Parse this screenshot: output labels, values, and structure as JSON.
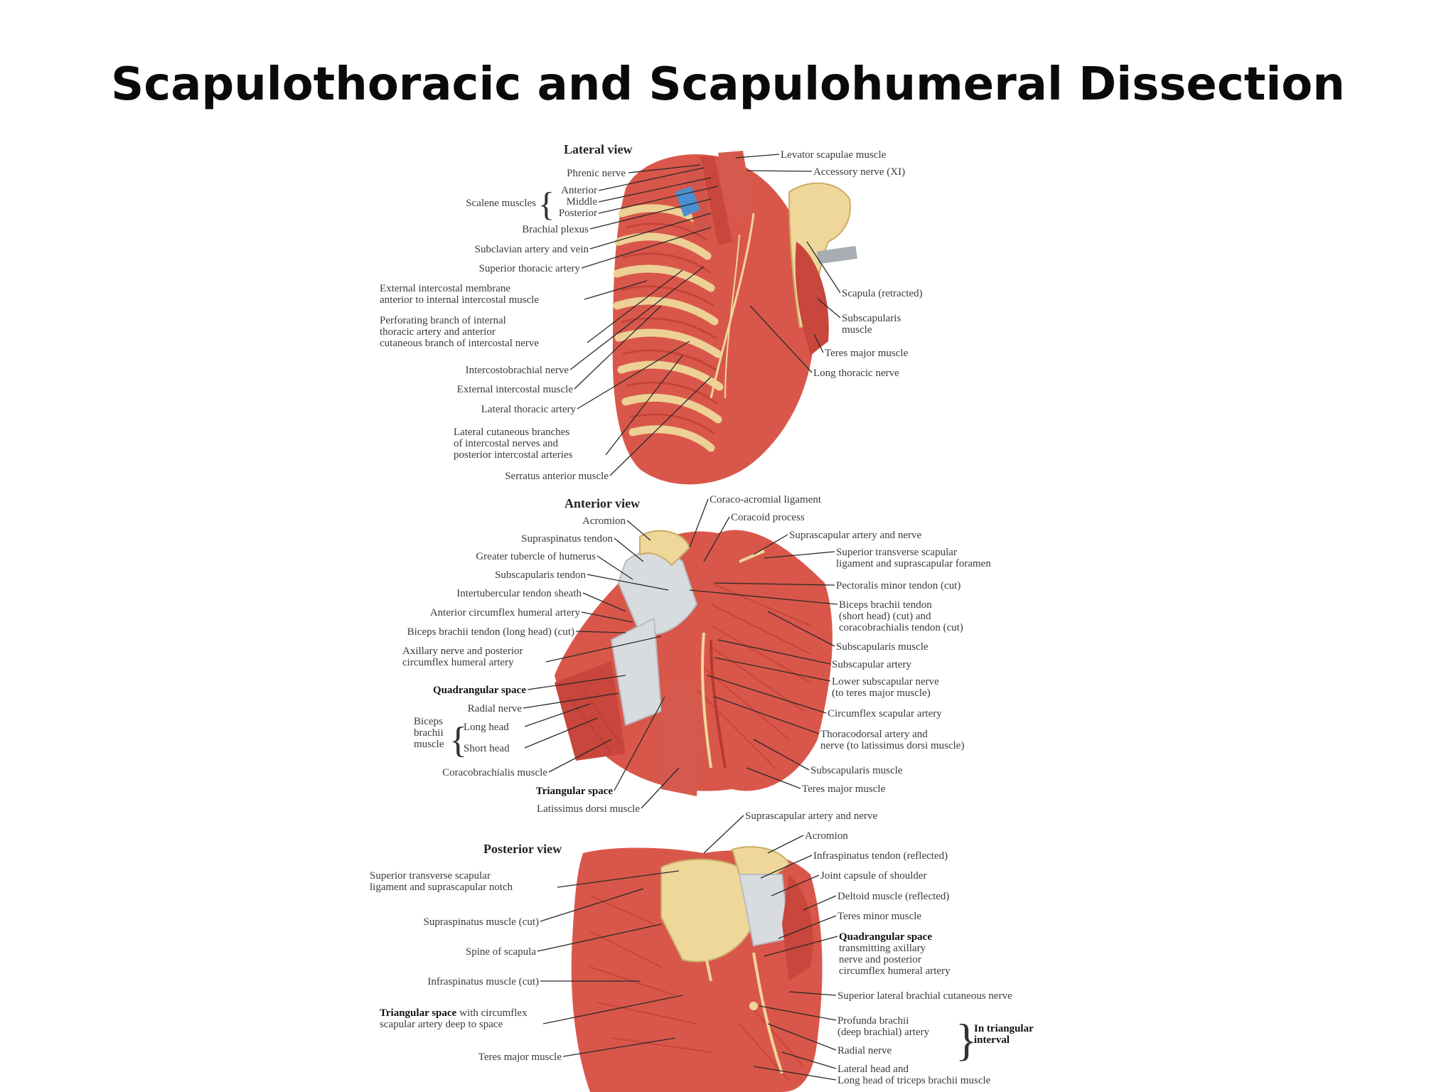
{
  "title": "Scapulothoracic and Scapulohumeral Dissection",
  "colors": {
    "muscle": "#d9574a",
    "muscle_dark": "#b8382e",
    "tendon": "#d9dcdf",
    "bone": "#efd79a",
    "vessel_blue": "#4c8fd0"
  },
  "lateral": {
    "view": "Lateral view",
    "labels": {
      "phrenic": "Phrenic nerve",
      "scalene_group": "Scalene muscles",
      "anterior": "Anterior",
      "middle": "Middle",
      "posterior": "Posterior",
      "brachial_plexus": "Brachial plexus",
      "subclavian": "Subclavian artery and vein",
      "sup_thoracic": "Superior thoracic artery",
      "ext_membrane_1": "External intercostal membrane",
      "ext_membrane_2": "anterior to internal intercostal muscle",
      "perforating_1": "Perforating branch of internal",
      "perforating_2": "thoracic artery and anterior",
      "perforating_3": "cutaneous branch of intercostal nerve",
      "intercostobrachial": "Intercostobrachial nerve",
      "ext_intercostal": "External intercostal muscle",
      "lat_thoracic": "Lateral thoracic artery",
      "lat_cutaneous_1": "Lateral cutaneous branches",
      "lat_cutaneous_2": "of intercostal nerves and",
      "lat_cutaneous_3": "posterior intercostal arteries",
      "serratus": "Serratus anterior muscle",
      "levator": "Levator scapulae muscle",
      "accessory": "Accessory nerve (XI)",
      "scapula": "Scapula (retracted)",
      "subscapularis_1": "Subscapularis",
      "subscapularis_2": "muscle",
      "teres_major": "Teres major muscle",
      "long_thoracic": "Long thoracic nerve"
    }
  },
  "anterior": {
    "view": "Anterior view",
    "labels": {
      "acromion": "Acromion",
      "supraspinatus_tendon": "Supraspinatus tendon",
      "greater_tubercle": "Greater tubercle of humerus",
      "subscapularis_tendon": "Subscapularis tendon",
      "intertubercular": "Intertubercular tendon sheath",
      "ant_circumflex": "Anterior circumflex humeral artery",
      "biceps_long_cut": "Biceps brachii tendon (long head) (cut)",
      "axillary_1": "Axillary nerve and posterior",
      "axillary_2": "circumflex humeral artery",
      "quadrangular": "Quadrangular space",
      "radial": "Radial nerve",
      "biceps_1": "Biceps",
      "biceps_2": "brachii",
      "biceps_3": "muscle",
      "long_head": "Long head",
      "short_head": "Short head",
      "coracobrachialis": "Coracobrachialis muscle",
      "triangular": "Triangular space",
      "latissimus": "Latissimus dorsi muscle",
      "coraco_acromial": "Coraco-acromial ligament",
      "coracoid": "Coracoid process",
      "suprascapular": "Suprascapular artery and nerve",
      "sup_transverse_1": "Superior transverse scapular",
      "sup_transverse_2": "ligament and suprascapular foramen",
      "pectoralis_minor": "Pectoralis minor tendon (cut)",
      "biceps_short_1": "Biceps brachii tendon",
      "biceps_short_2": "(short head) (cut) and",
      "biceps_short_3": "coracobrachialis tendon (cut)",
      "subscapularis_m": "Subscapularis muscle",
      "subscapular_artery": "Subscapular artery",
      "lower_subscapular_1": "Lower subscapular nerve",
      "lower_subscapular_2": "(to teres major muscle)",
      "circumflex_scapular": "Circumflex scapular artery",
      "thoracodorsal_1": "Thoracodorsal artery and",
      "thoracodorsal_2": "nerve (to latissimus dorsi muscle)",
      "subscapularis_m2": "Subscapularis muscle",
      "teres_major": "Teres major muscle"
    }
  },
  "posterior": {
    "view": "Posterior view",
    "labels": {
      "sup_transverse_1": "Superior transverse scapular",
      "sup_transverse_2": "ligament and suprascapular notch",
      "supraspinatus_cut": "Supraspinatus muscle (cut)",
      "spine": "Spine of scapula",
      "infraspinatus_cut": "Infraspinatus muscle (cut)",
      "triangular_bold": "Triangular space",
      "triangular_rest": "with circumflex",
      "triangular_2": "scapular artery deep to space",
      "teres_major": "Teres major muscle",
      "suprascapular": "Suprascapular artery and nerve",
      "acromion": "Acromion",
      "infraspinatus_tendon": "Infraspinatus tendon (reflected)",
      "joint_capsule": "Joint capsule of shoulder",
      "deltoid": "Deltoid muscle (reflected)",
      "teres_minor": "Teres minor muscle",
      "quadrangular": "Quadrangular space",
      "quad_2": "transmitting axillary",
      "quad_3": "nerve and posterior",
      "quad_4": "circumflex humeral artery",
      "sup_lateral_brachial": "Superior lateral brachial cutaneous nerve",
      "profunda_1": "Profunda brachii",
      "profunda_2": "(deep brachial) artery",
      "radial": "Radial nerve",
      "lateral_head_1": "Lateral head and",
      "lateral_head_2": "Long head of triceps brachii muscle",
      "in_triangular_1": "In triangular",
      "in_triangular_2": "interval"
    }
  }
}
